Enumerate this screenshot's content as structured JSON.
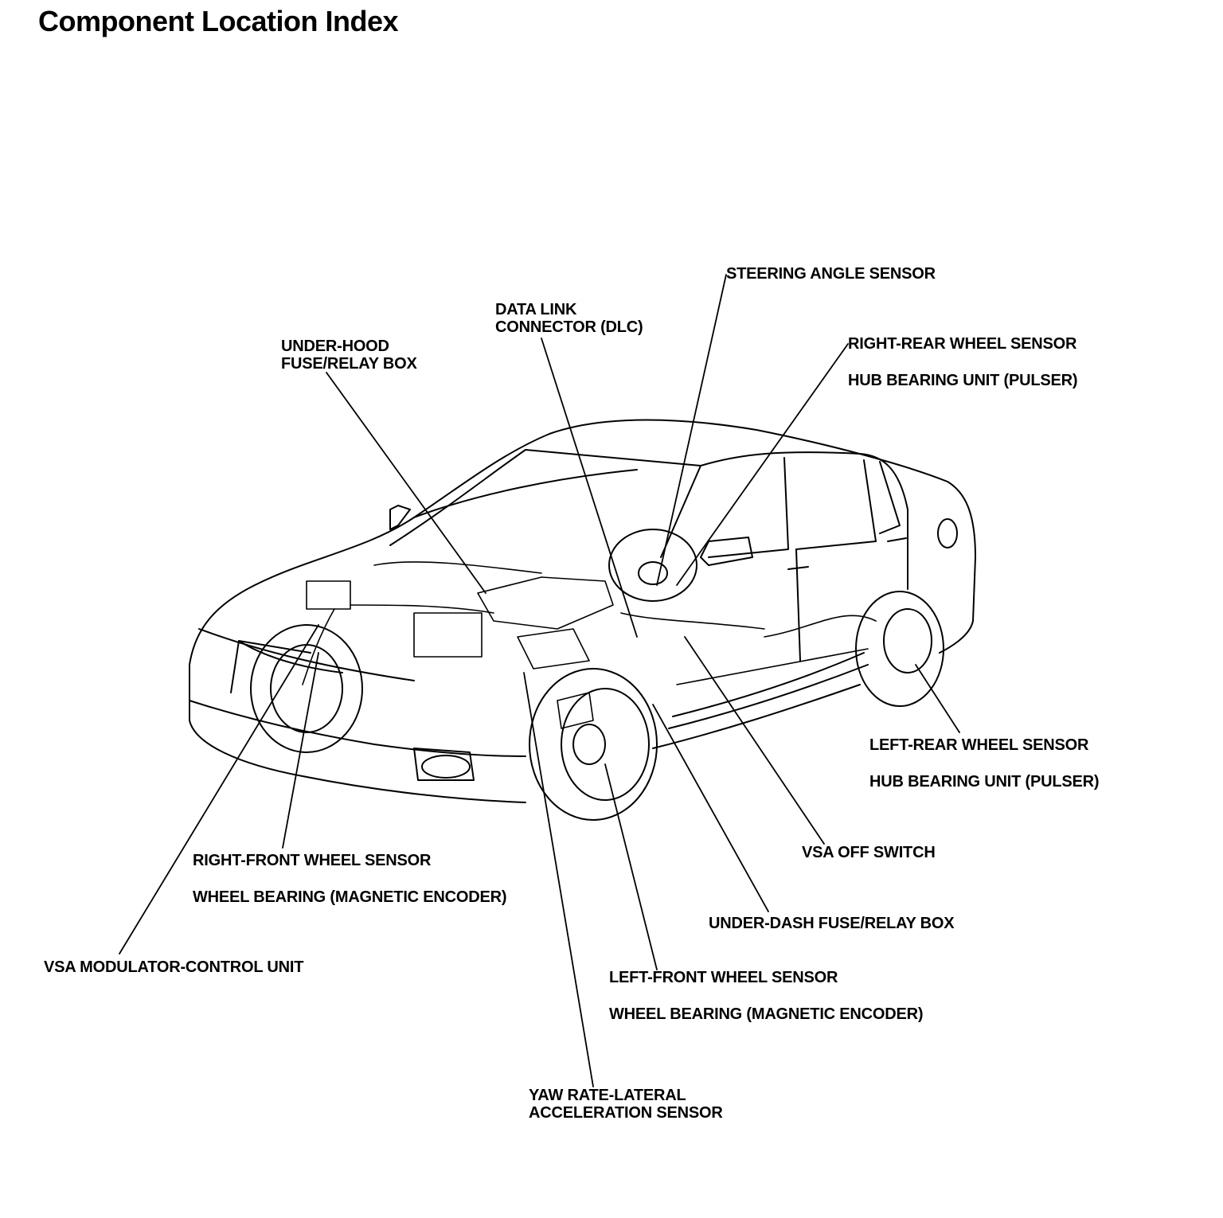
{
  "title": "Component Location Index",
  "labels": {
    "steering_angle_sensor": "STEERING ANGLE SENSOR",
    "dlc": [
      "DATA LINK",
      "CONNECTOR (DLC)"
    ],
    "under_hood_box": [
      "UNDER-HOOD",
      "FUSE/RELAY BOX"
    ],
    "right_rear": [
      "RIGHT-REAR WHEEL SENSOR",
      "HUB BEARING UNIT (PULSER)"
    ],
    "left_rear": [
      "LEFT-REAR WHEEL SENSOR",
      "HUB BEARING UNIT (PULSER)"
    ],
    "vsa_off_switch": "VSA OFF SWITCH",
    "right_front": [
      "RIGHT-FRONT WHEEL SENSOR",
      "WHEEL BEARING (MAGNETIC ENCODER)"
    ],
    "under_dash_box": "UNDER-DASH FUSE/RELAY BOX",
    "vsa_modulator": "VSA MODULATOR-CONTROL UNIT",
    "left_front": [
      "LEFT-FRONT WHEEL SENSOR",
      "WHEEL BEARING (MAGNETIC ENCODER)"
    ],
    "yaw_rate": [
      "YAW RATE-LATERAL",
      "ACCELERATION SENSOR"
    ]
  }
}
